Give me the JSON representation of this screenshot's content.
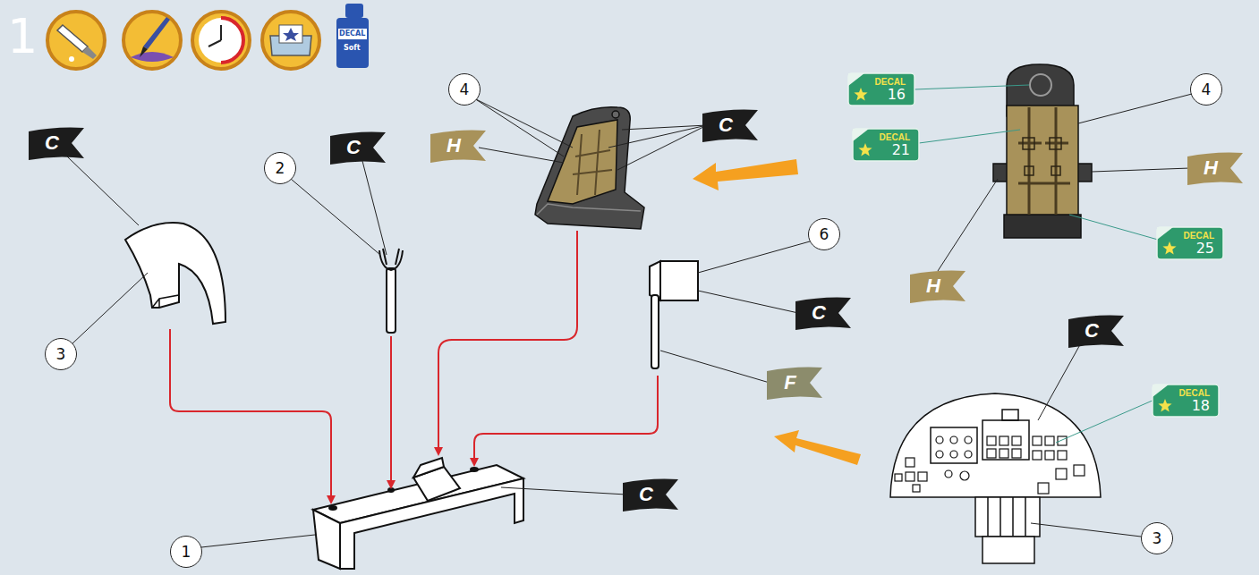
{
  "diagram": {
    "nodes": [
      {
        "text": [
          "4"
        ]
      },
      {
        "text": [
          "DECAL",
          "16"
        ]
      },
      {
        "text": [
          "4"
        ]
      },
      {
        "text": [
          "C"
        ]
      },
      {
        "text": [
          "C"
        ]
      },
      {
        "text": [
          "C"
        ]
      },
      {
        "text": [
          "H"
        ]
      },
      {
        "text": [
          "DECAL",
          "21"
        ]
      },
      {
        "text": [
          "H"
        ]
      },
      {
        "text": [
          "2"
        ]
      },
      {
        "text": [
          "6"
        ]
      },
      {
        "text": [
          "DECAL",
          "25"
        ]
      },
      {
        "text": [
          "H"
        ]
      },
      {
        "text": [
          "C"
        ]
      },
      {
        "text": [
          "C"
        ]
      },
      {
        "text": [
          "3"
        ]
      },
      {
        "text": [
          "F"
        ]
      },
      {
        "text": [
          "DECAL",
          "18"
        ]
      },
      {
        "text": [
          "C"
        ]
      },
      {
        "text": [
          "1"
        ]
      },
      {
        "text": [
          "3"
        ]
      }
    ],
    "labels": [
      "1",
      "DECAL",
      "Soft"
    ]
  }
}
